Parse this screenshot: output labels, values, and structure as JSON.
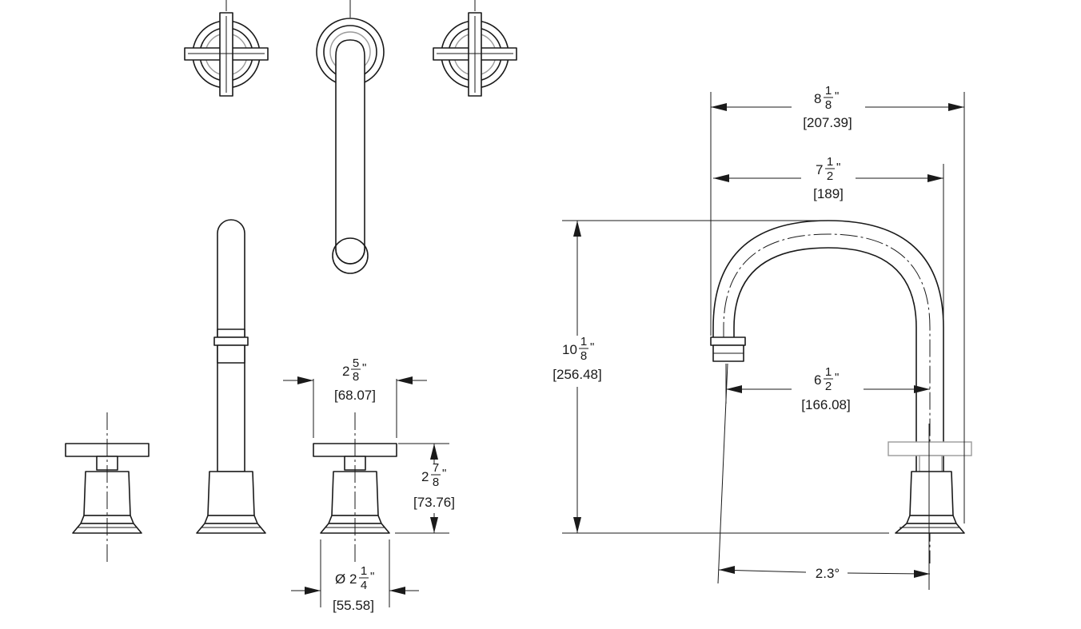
{
  "dimensions": {
    "overall_width": {
      "whole": "8",
      "num": "1",
      "den": "8",
      "unit": "\"",
      "mm": "[207.39]"
    },
    "spout_reach": {
      "whole": "7",
      "num": "1",
      "den": "2",
      "unit": "\"",
      "mm": "[189]"
    },
    "overall_height": {
      "whole": "10",
      "num": "1",
      "den": "8",
      "unit": "\"",
      "mm": "[256.48]"
    },
    "aerator_to_base": {
      "whole": "6",
      "num": "1",
      "den": "2",
      "unit": "\"",
      "mm": "[166.08]"
    },
    "handle_width": {
      "whole": "2",
      "num": "5",
      "den": "8",
      "unit": "\"",
      "mm": "[68.07]"
    },
    "handle_height": {
      "whole": "2",
      "num": "7",
      "den": "8",
      "unit": "\"",
      "mm": "[73.76]"
    },
    "base_diameter": {
      "prefix": "Ø",
      "whole": "2",
      "num": "1",
      "den": "4",
      "unit": "\"",
      "mm": "[55.58]"
    },
    "angle": {
      "text": "2.3°"
    }
  }
}
